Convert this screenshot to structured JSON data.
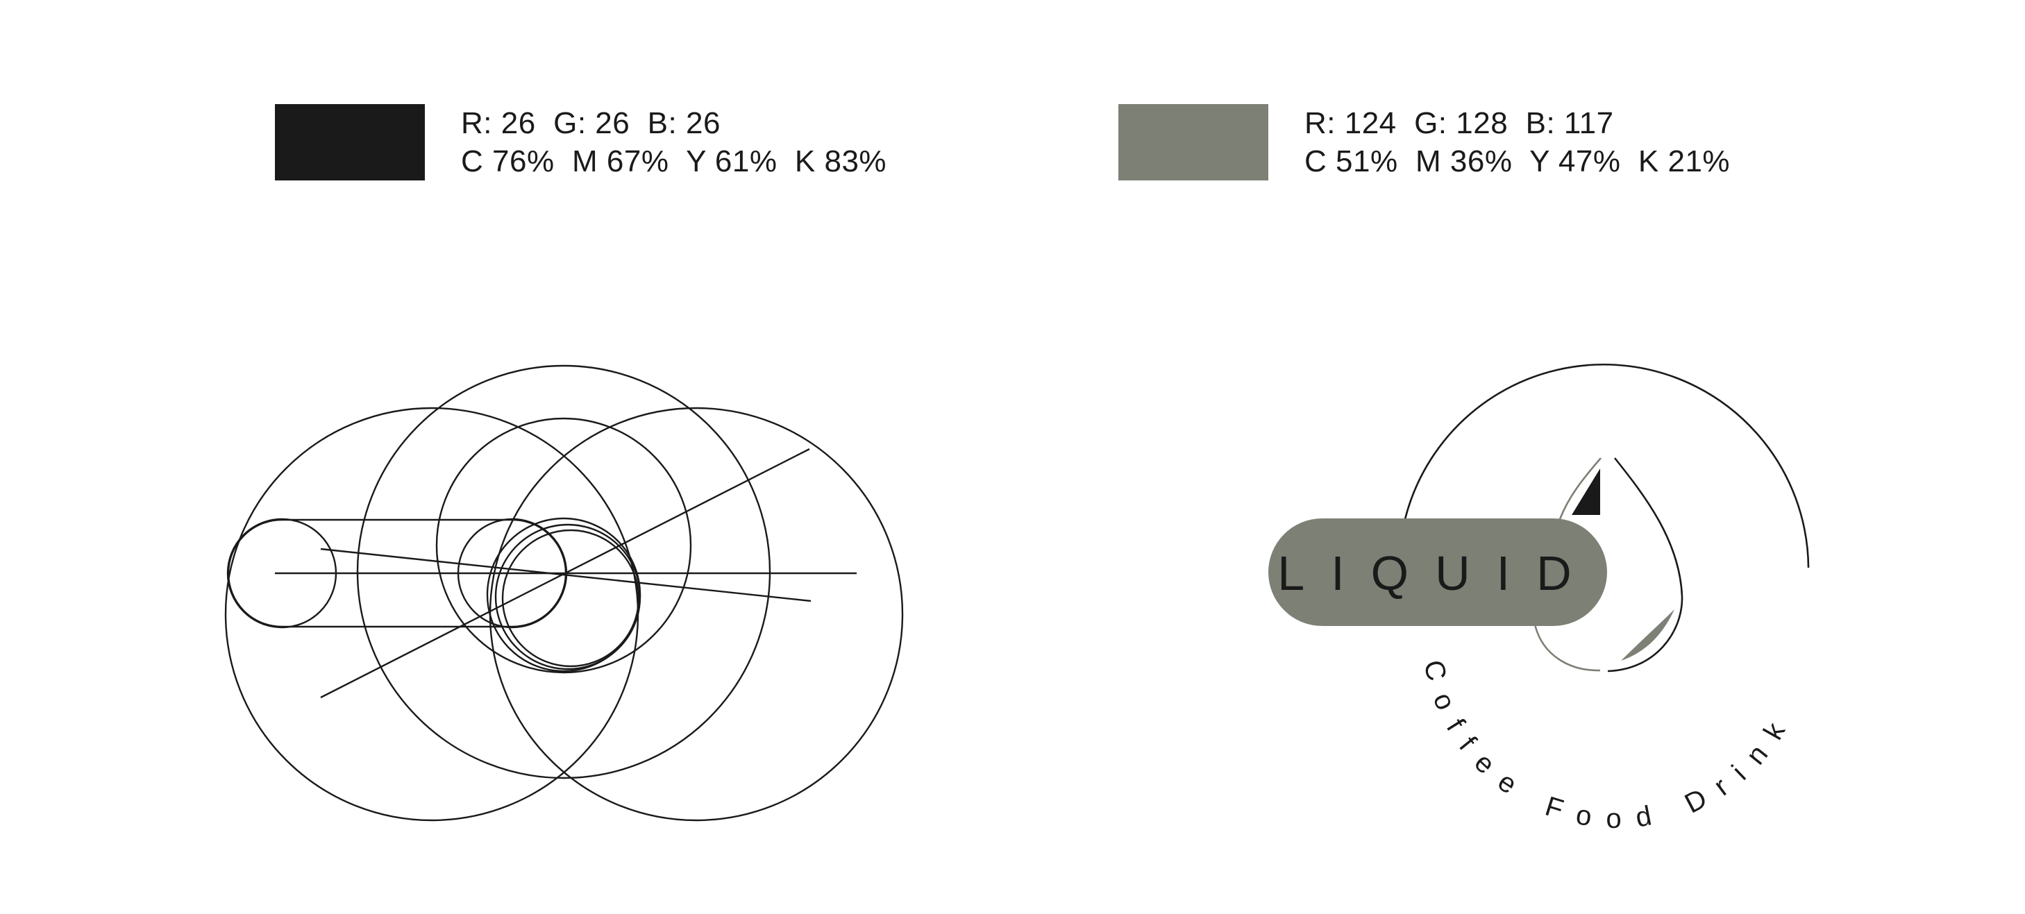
{
  "palette": [
    {
      "hex": "#1a1a1a",
      "rgb": "R: 26  G: 26  B: 26",
      "cmyk": "C 76%  M 67%  Y 61%  K 83%"
    },
    {
      "hex": "#7c8075",
      "rgb": "R: 124  G: 128  B: 117",
      "cmyk": "C 51%  M 36%  Y 47%  K 21%"
    }
  ],
  "logo": {
    "wordmark": "LIQUID",
    "tagline": "Coffee Food Drink"
  }
}
